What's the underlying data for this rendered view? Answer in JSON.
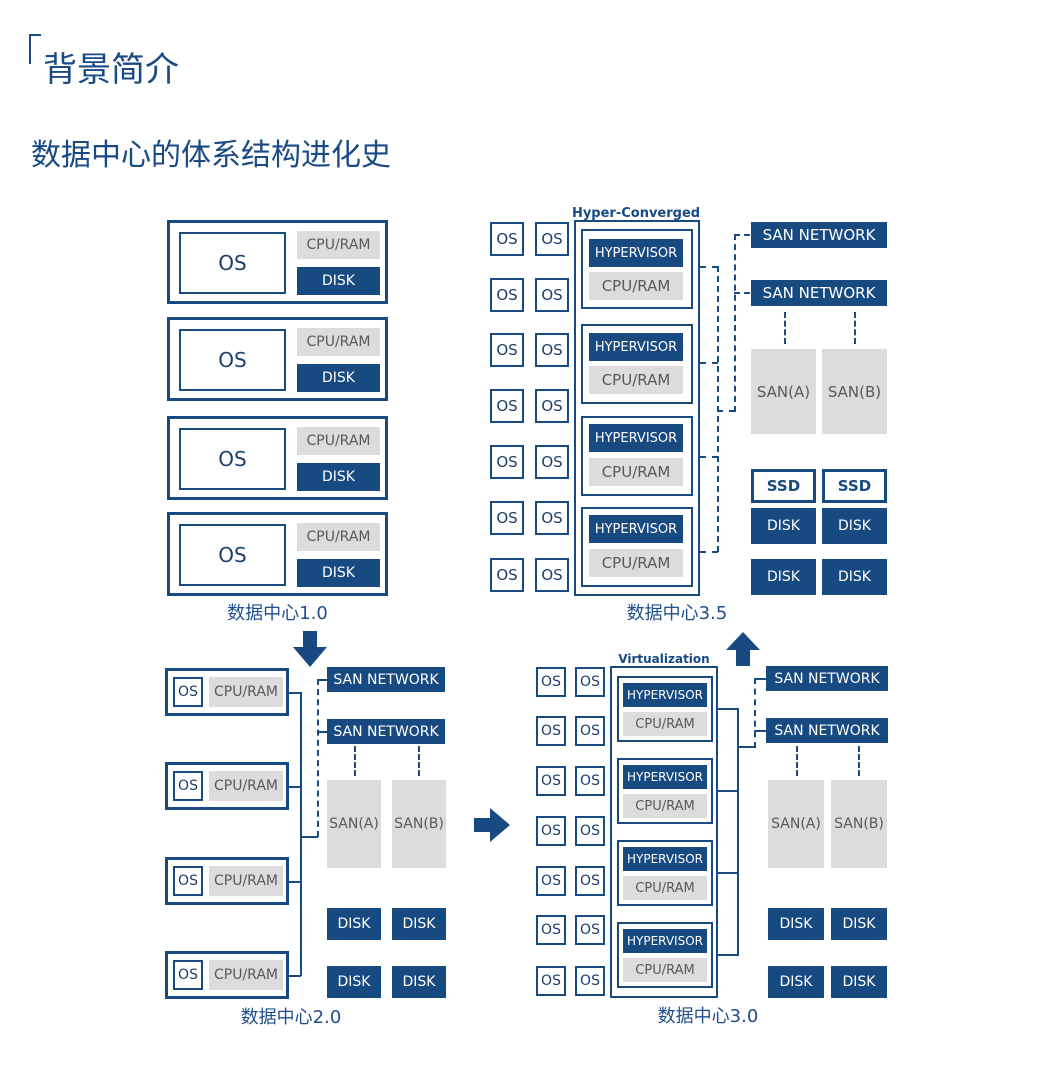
{
  "header": {
    "title": "背景简介",
    "subtitle": "数据中心的体系结构进化史"
  },
  "colors": {
    "navy": "#184a82",
    "gray": "#dcdcdc",
    "text": "#1a4a86"
  },
  "labels": {
    "os": "OS",
    "cpu_ram": "CPU/RAM",
    "disk": "DISK",
    "san_network": "SAN NETWORK",
    "san_a": "SAN(A)",
    "san_b": "SAN(B)",
    "hypervisor": "HYPERVISOR",
    "ssd": "SSD"
  },
  "dc10": {
    "caption": "数据中心1.0"
  },
  "dc20": {
    "caption": "数据中心2.0"
  },
  "dc30": {
    "caption": "数据中心3.0",
    "frame_title": "Virtualization"
  },
  "dc35": {
    "caption": "数据中心3.5",
    "frame_title": "Hyper-Converged"
  },
  "icons": {
    "arrow_down": "arrow-down-icon",
    "arrow_right": "arrow-right-icon",
    "arrow_up": "arrow-up-icon"
  }
}
